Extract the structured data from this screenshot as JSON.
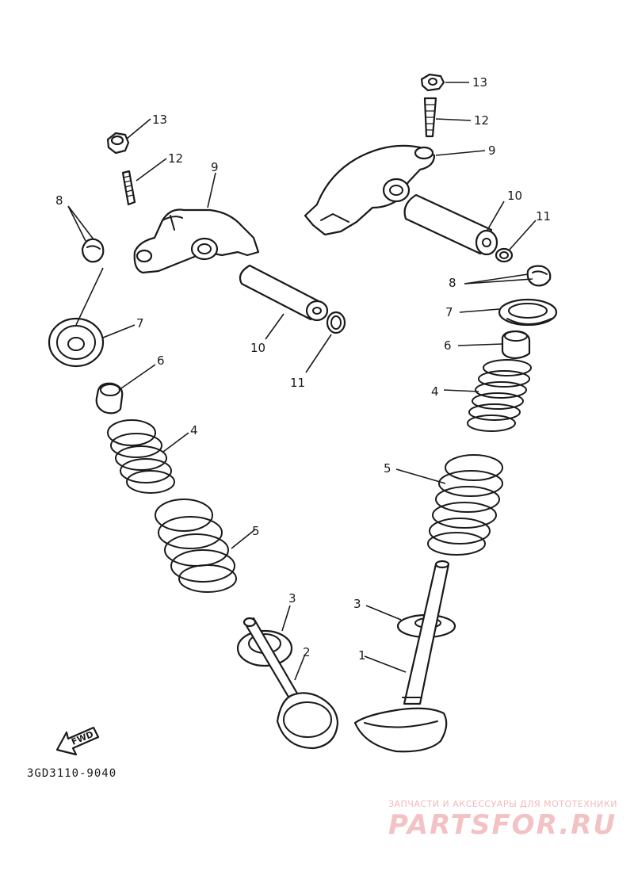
{
  "diagram": {
    "part_code": "3GD3110-9040",
    "direction_label": "FWD",
    "callouts": {
      "c1": "1",
      "c2": "2",
      "c3": "3",
      "c4": "4",
      "c5": "5",
      "c6": "6",
      "c7": "7",
      "c8": "8",
      "c9": "9",
      "c10": "10",
      "c11": "11",
      "c12": "12",
      "c13": "13"
    }
  },
  "watermark": {
    "tagline": "ЗАПЧАСТИ И АКСЕССУАРЫ ДЛЯ МОТОТЕХНИКИ",
    "brand": "PARTSFOR.RU"
  },
  "colors": {
    "ink": "#1a1a1a",
    "watermark": "#f3c2c5"
  }
}
